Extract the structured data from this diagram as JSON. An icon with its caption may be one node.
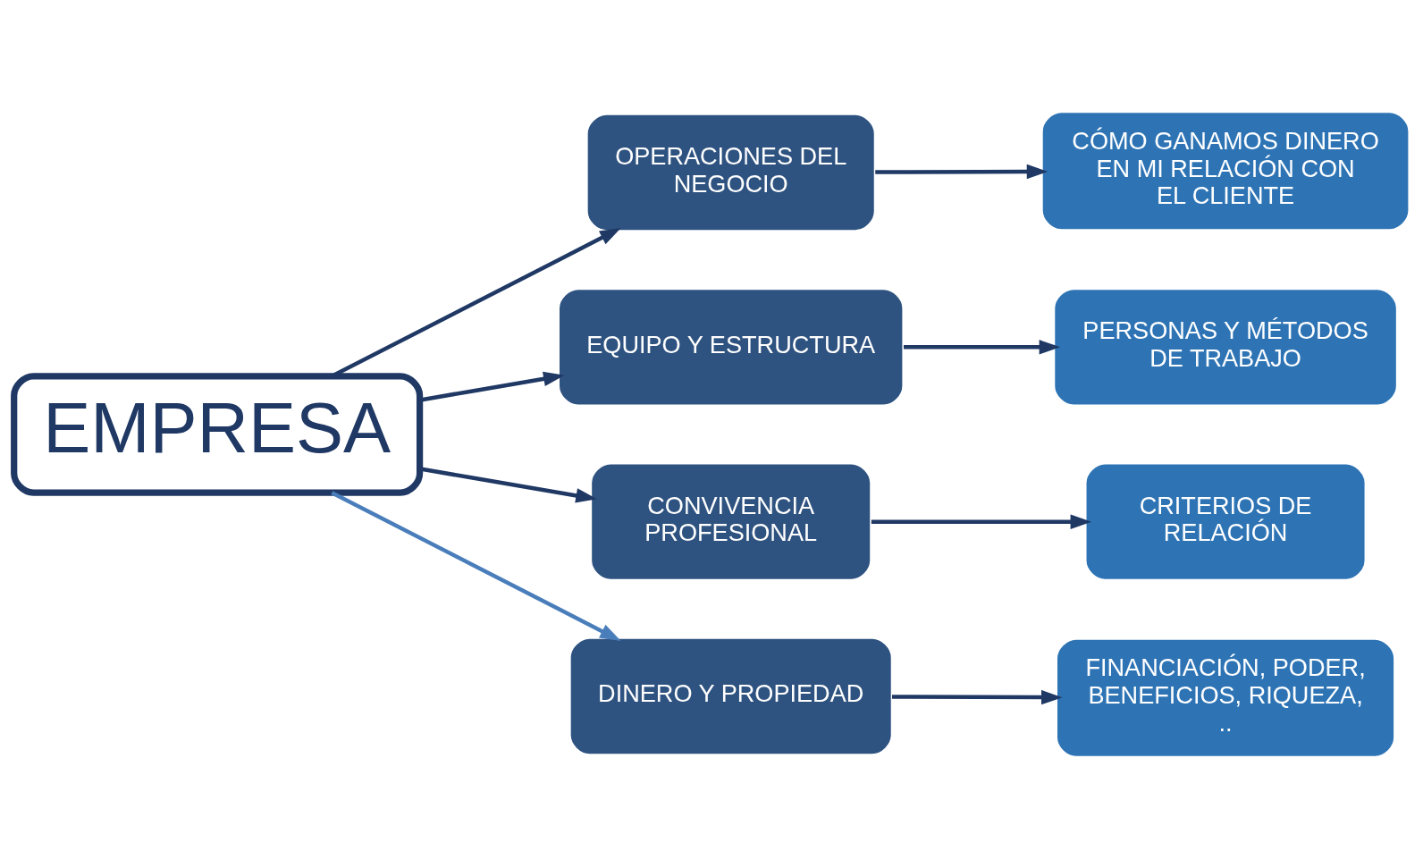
{
  "diagram": {
    "nodes": [
      {
        "text": [
          "EMPRESA"
        ]
      },
      {
        "text": [
          "OPERACIONES DEL NEGOCIO"
        ]
      },
      {
        "text": [
          "CÓMO GANAMOS DINERO EN MI RELACIÓN CON EL CLIENTE"
        ]
      },
      {
        "text": [
          "EQUIPO Y ESTRUCTURA"
        ]
      },
      {
        "text": [
          "PERSONAS Y MÉTODOS DE TRABAJO"
        ]
      },
      {
        "text": [
          "CONVIVENCIA PROFESIONAL"
        ]
      },
      {
        "text": [
          "CRITERIOS DE RELACIÓN"
        ]
      },
      {
        "text": [
          "DINERO Y PROPIEDAD"
        ]
      },
      {
        "text": [
          "FINANCIACIÓN, PODER, BENEFICIOS, RIQUEZA, .."
        ]
      }
    ],
    "edges": [
      {
        "from": 0,
        "to": 1,
        "arrow": "to"
      },
      {
        "from": 0,
        "to": 3,
        "arrow": "to"
      },
      {
        "from": 0,
        "to": 5,
        "arrow": "to"
      },
      {
        "from": 0,
        "to": 7,
        "arrow": "to",
        "color": "#4a7ebb"
      },
      {
        "from": 1,
        "to": 2,
        "arrow": "to"
      },
      {
        "from": 3,
        "to": 4,
        "arrow": "to"
      },
      {
        "from": 5,
        "to": 6,
        "arrow": "to"
      },
      {
        "from": 7,
        "to": 8,
        "arrow": "to"
      }
    ]
  }
}
